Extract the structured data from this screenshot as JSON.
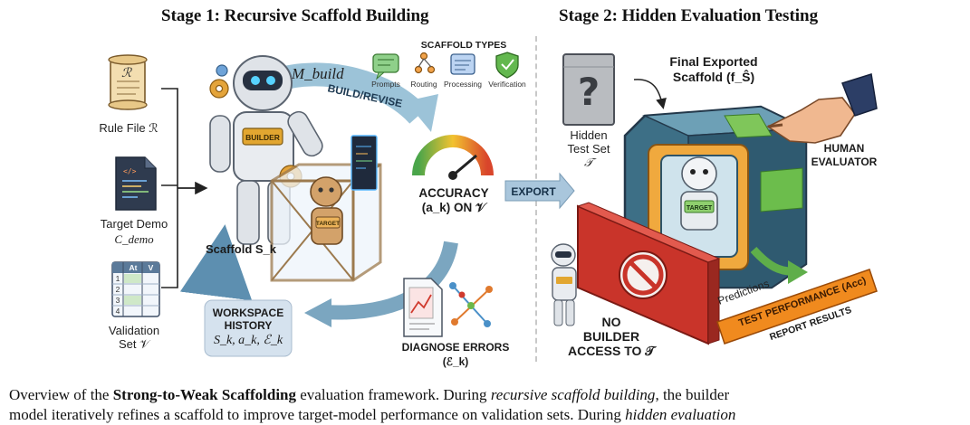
{
  "stage1": {
    "title": "Stage 1: Recursive Scaffold Building",
    "builder_model": "M_build",
    "builder_badge": "BUILDER",
    "target_tag": "TARGET",
    "inputs": {
      "rule_file": "Rule File ℛ",
      "target_demo_1": "Target Demo",
      "target_demo_2": "C_demo",
      "validation_1": "Validation",
      "validation_2": "Set 𝒱",
      "table_headers": [
        "At",
        "V"
      ],
      "table_rows": [
        "1",
        "2",
        "3",
        "4"
      ]
    },
    "scaffold_label": "Scaffold S_k",
    "scaffold_types": {
      "title": "SCAFFOLD TYPES",
      "items": [
        "Prompts",
        "Routing",
        "Processing",
        "Verification"
      ]
    },
    "build_revise": "BUILD/REVISE",
    "accuracy": {
      "line1": "ACCURACY",
      "line2": "(a_k) ON 𝒱"
    },
    "workspace": {
      "line1": "WORKSPACE",
      "line2": "HISTORY",
      "line3": "S_k, a_k, ℰ_k"
    },
    "diagnose": "DIAGNOSE ERRORS (ℰ_k)",
    "export": "EXPORT"
  },
  "stage2": {
    "title": "Stage 2: Hidden Evaluation Testing",
    "final_1": "Final Exported",
    "final_2": "Scaffold (f_Ŝ)",
    "hidden_1": "Hidden",
    "hidden_2": "Test Set",
    "hidden_3": "𝒯",
    "human_1": "HUMAN",
    "human_2": "EVALUATOR",
    "no_builder_1": "NO",
    "no_builder_2": "BUILDER",
    "no_builder_3": "ACCESS TO 𝒯",
    "predictions": "Predictions",
    "test_perf": "TEST PERFORMANCE (Acc)",
    "report": "REPORT RESULTS",
    "target_tag": "TARGET"
  },
  "caption": {
    "line1_a": "Overview of the ",
    "line1_b": "Strong-to-Weak Scaffolding",
    "line1_c": " evaluation framework.  During ",
    "line1_d": "recursive scaffold building",
    "line1_e": ", the builder",
    "line2_a": "model iteratively refines a scaffold to improve target-model performance on validation sets.  During ",
    "line2_b": "hidden evaluation"
  },
  "colors": {
    "arrow_blue": "#5d8fb0",
    "banner_orange": "#f08a1e",
    "barrier_red": "#c9342a",
    "green": "#5fae4a",
    "cube_teal": "#3d6f86"
  }
}
